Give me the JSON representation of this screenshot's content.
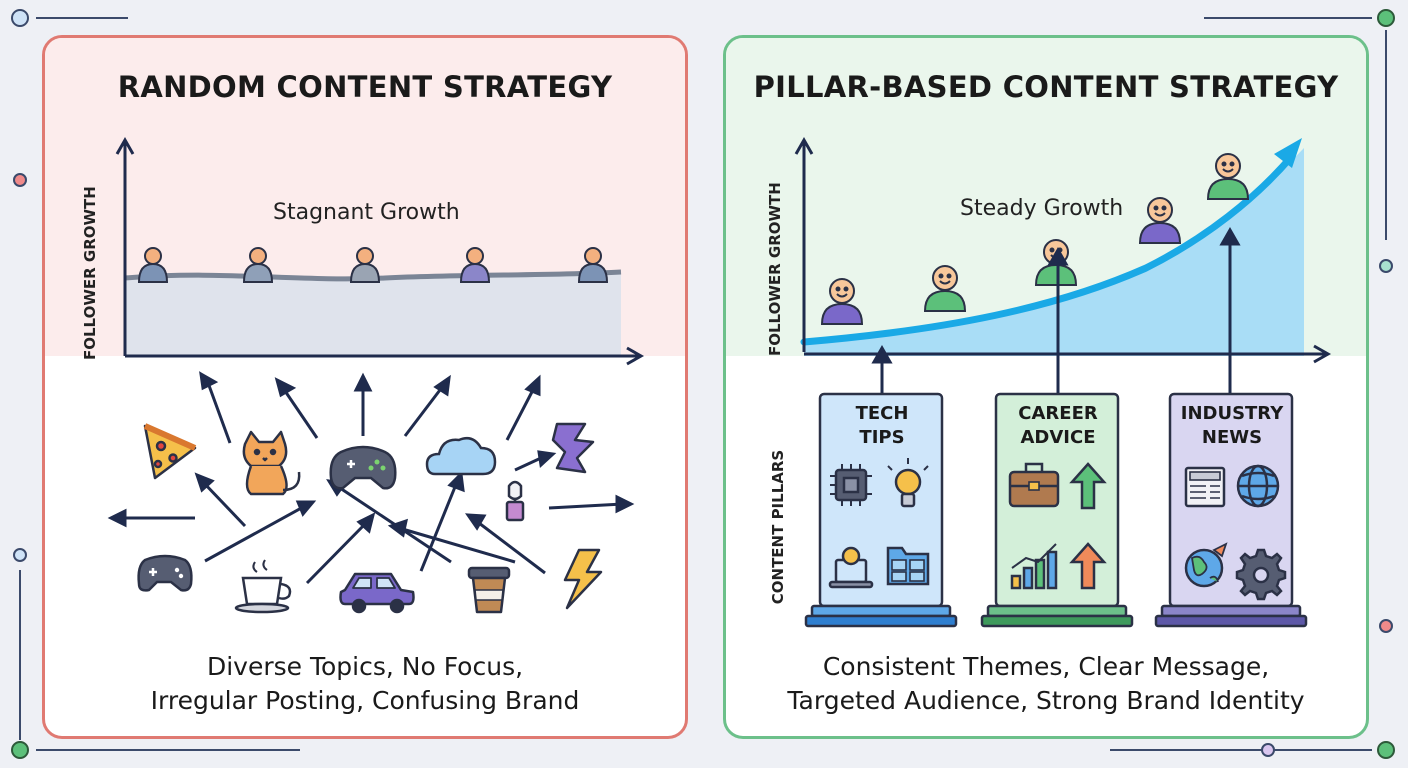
{
  "left_panel": {
    "title": "RANDOM CONTENT STRATEGY",
    "y_axis_label": "FOLLOWER GROWTH",
    "trend_label": "Stagnant Growth",
    "caption_line1": "Diverse Topics, No Focus,",
    "caption_line2": "Irregular Posting, Confusing Brand",
    "icons": [
      "pizza-icon",
      "cat-icon",
      "game-controller-icon",
      "cloud-icon",
      "puzzle-piece-icon",
      "mouse-icon",
      "game-controller-icon",
      "coffee-cup-icon",
      "car-icon",
      "coffee-to-go-icon",
      "lightning-icon"
    ],
    "colors": {
      "border": "#e07a72",
      "band": "#fcecec"
    }
  },
  "right_panel": {
    "title": "PILLAR-BASED CONTENT STRATEGY",
    "y_axis_label": "FOLLOWER GROWTH",
    "trend_label": "Steady Growth",
    "pillars_label": "CONTENT PILLARS",
    "pillars": [
      {
        "line1": "TECH",
        "line2": "TIPS",
        "icons": [
          "microchip-icon",
          "lightbulb-icon",
          "laptop-idea-icon",
          "folder-grid-icon"
        ]
      },
      {
        "line1": "CAREER",
        "line2": "ADVICE",
        "icons": [
          "briefcase-icon",
          "up-arrow-icon",
          "bar-chart-icon",
          "up-arrow-icon"
        ]
      },
      {
        "line1": "INDUSTRY",
        "line2": "NEWS",
        "icons": [
          "newspaper-icon",
          "globe-icon",
          "world-rocket-icon",
          "gear-icon"
        ]
      }
    ],
    "caption_line1": "Consistent Themes, Clear Message,",
    "caption_line2": "Targeted Audience, Strong Brand Identity",
    "colors": {
      "border": "#6cc08a",
      "band": "#eaf6ec",
      "trend": "#1aa9e6"
    }
  }
}
